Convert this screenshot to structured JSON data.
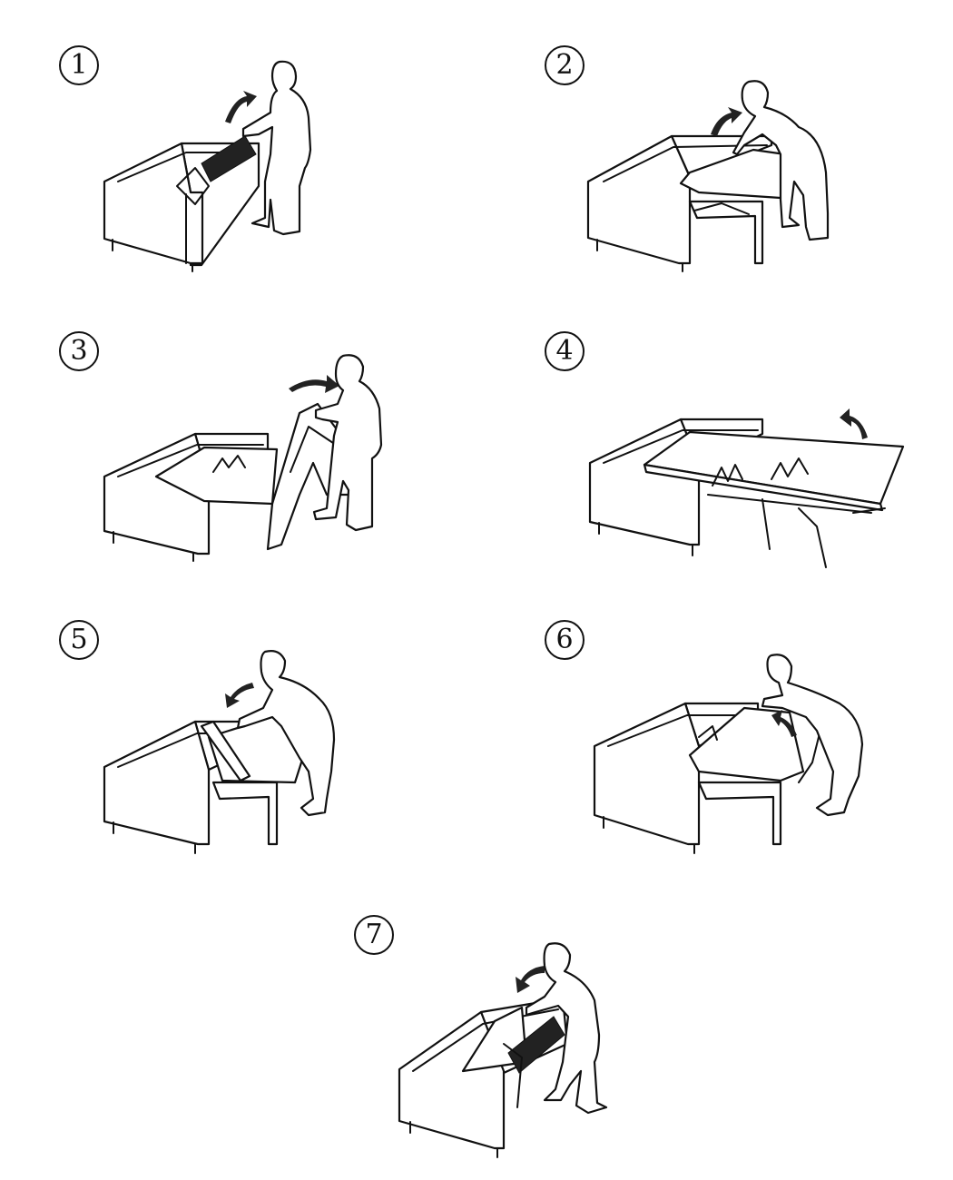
{
  "steps": [
    {
      "number": "1"
    },
    {
      "number": "2"
    },
    {
      "number": "3"
    },
    {
      "number": "4"
    },
    {
      "number": "5"
    },
    {
      "number": "6"
    },
    {
      "number": "7"
    }
  ],
  "colors": {
    "ink": "#111111",
    "background": "#ffffff",
    "arrow": "#222222"
  }
}
